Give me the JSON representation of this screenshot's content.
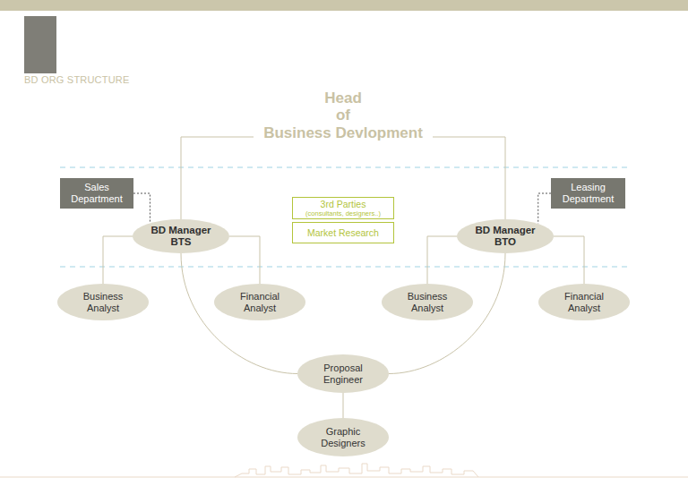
{
  "diagram": {
    "title": "BD ORG STRUCTURE",
    "nodes": [
      {
        "text": [
          "Head of Business Devlopment"
        ]
      },
      {
        "text": [
          "Sales Department"
        ]
      },
      {
        "text": [
          "Leasing Department"
        ]
      },
      {
        "text": [
          "3rd Parties",
          "(consultants, designers..)"
        ]
      },
      {
        "text": [
          "Market Research"
        ]
      },
      {
        "text": [
          "BD Manager BTS"
        ]
      },
      {
        "text": [
          "BD Manager BTO"
        ]
      },
      {
        "text": [
          "Business Analyst"
        ]
      },
      {
        "text": [
          "Financial Analyst"
        ]
      },
      {
        "text": [
          "Business Analyst"
        ]
      },
      {
        "text": [
          "Financial Analyst"
        ]
      },
      {
        "text": [
          "Proposal Engineer"
        ]
      },
      {
        "text": [
          "Graphic Designers"
        ]
      }
    ],
    "edges": [
      {
        "from": 0,
        "to": 5,
        "arrow": "none"
      },
      {
        "from": 0,
        "to": 6,
        "arrow": "none"
      },
      {
        "from": 1,
        "to": 5,
        "arrow": "none"
      },
      {
        "from": 2,
        "to": 6,
        "arrow": "none"
      },
      {
        "from": 5,
        "to": 7,
        "arrow": "none"
      },
      {
        "from": 5,
        "to": 8,
        "arrow": "none"
      },
      {
        "from": 6,
        "to": 9,
        "arrow": "none"
      },
      {
        "from": 6,
        "to": 10,
        "arrow": "none"
      },
      {
        "from": 5,
        "to": 11,
        "arrow": "none"
      },
      {
        "from": 6,
        "to": 11,
        "arrow": "none"
      },
      {
        "from": 11,
        "to": 12,
        "arrow": "none"
      }
    ]
  }
}
